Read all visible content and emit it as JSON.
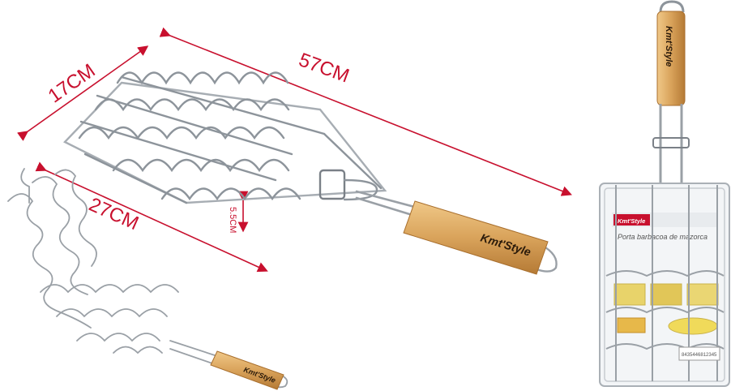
{
  "dimensions": {
    "length": "57CM",
    "width": "17CM",
    "basket_length": "27CM",
    "gap": "5.5CM"
  },
  "brand": {
    "name": "Kmt'Style"
  },
  "package": {
    "tag": "Kmt'Style",
    "header": "Porta barbacoa de mazorca",
    "barcode_text": "8435446812345"
  },
  "colors": {
    "dimension_line": "#c8102e",
    "wood": "#d9a35b",
    "metal": "#9aa0a6"
  }
}
